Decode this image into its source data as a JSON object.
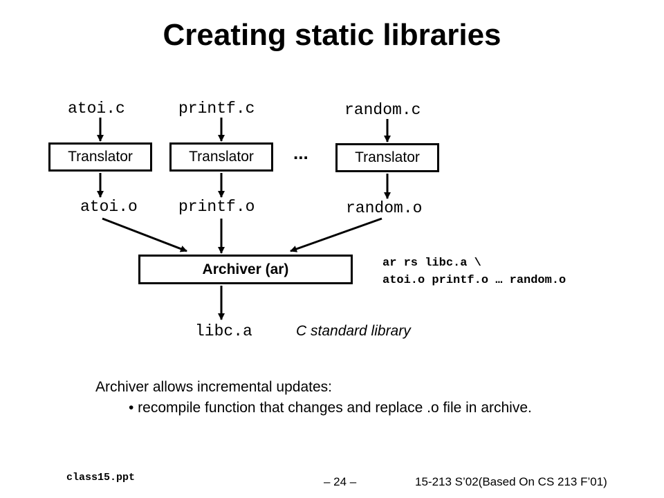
{
  "title": "Creating static libraries",
  "sources": [
    "atoi.c",
    "printf.c",
    "random.c"
  ],
  "translator_label": "Translator",
  "ellipsis": "...",
  "objects": [
    "atoi.o",
    "printf.o",
    "random.o"
  ],
  "archiver_label": "Archiver (ar)",
  "command_lines": [
    "ar rs libc.a \\",
    "atoi.o printf.o … random.o"
  ],
  "output_file": "libc.a",
  "output_caption": "C standard library",
  "notes": {
    "heading": "Archiver allows incremental updates:",
    "bullet": "• recompile function that changes and replace .o file in archive."
  },
  "footer": {
    "filename": "class15.ppt",
    "page": "– 24 –",
    "course": "15-213 S’02(Based On CS 213 F’01)"
  }
}
